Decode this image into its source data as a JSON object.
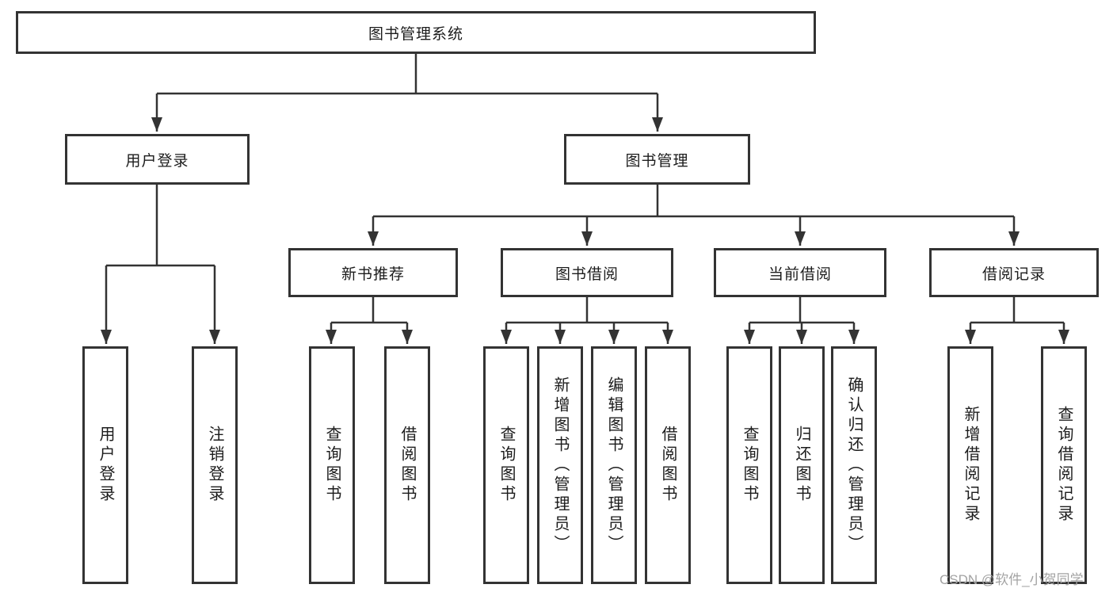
{
  "diagram": {
    "root": {
      "label": "图书管理系统"
    },
    "user_login_branch": {
      "label": "用户登录",
      "children": [
        "用户登录",
        "注销登录"
      ]
    },
    "book_mgmt_branch": {
      "label": "图书管理",
      "sections": {
        "new_book": {
          "label": "新书推荐",
          "children": [
            "查询图书",
            "借阅图书"
          ]
        },
        "book_borrow": {
          "label": "图书借阅",
          "children": [
            "查询图书",
            "新增图书（管理员）",
            "编辑图书（管理员）",
            "借阅图书"
          ]
        },
        "current_borrow": {
          "label": "当前借阅",
          "children": [
            "查询图书",
            "归还图书",
            "确认归还（管理员）"
          ]
        },
        "borrow_record": {
          "label": "借阅记录",
          "children": [
            "新增借阅记录",
            "查询借阅记录"
          ]
        }
      }
    }
  },
  "watermark": {
    "text": "CSDN @软件_小贺同学"
  },
  "colors": {
    "line": "#333333",
    "text": "#1c1c1c",
    "watermark": "#a3a3a3",
    "background": "#ffffff"
  }
}
